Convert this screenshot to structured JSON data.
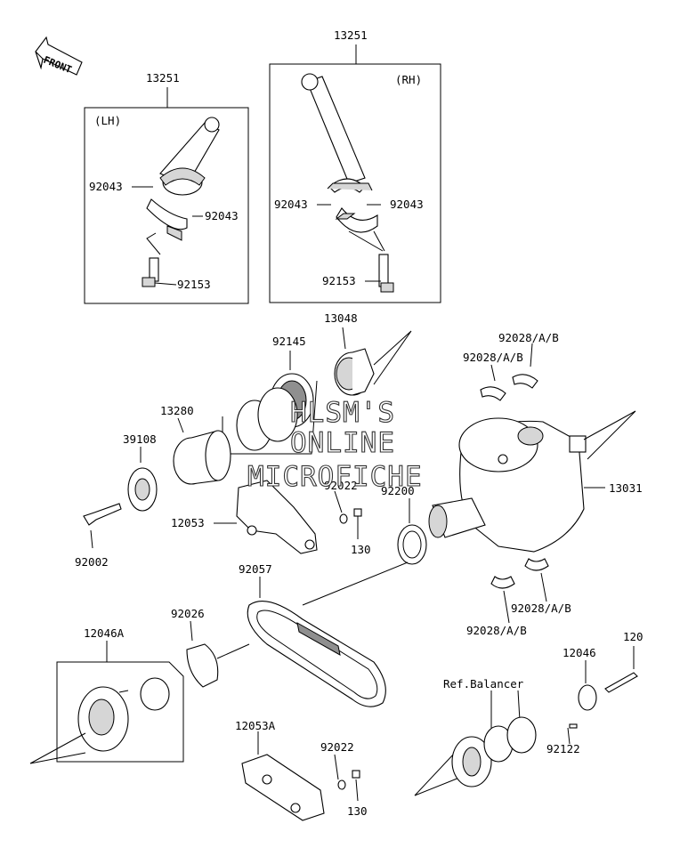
{
  "front_label": "FRONT",
  "labels": {
    "conrod_lh_group": "13251",
    "conrod_rh_group": "13251",
    "lh": "(LH)",
    "rh": "(RH)",
    "lh_bearing_upper": "92043",
    "lh_bearing_lower": "92043",
    "lh_bolt": "92153",
    "rh_bearing_left": "92043",
    "rh_bearing_right": "92043",
    "rh_bolt": "92153",
    "bearing_13048": "13048",
    "seal_92145": "92145",
    "sleeve_13280": "13280",
    "seal_39108": "39108",
    "bolt_92002": "92002",
    "bracket_12053": "12053",
    "washer_92022_top": "92022",
    "bolt_130_top": "130",
    "plate_92200": "92200",
    "crankshaft_13031": "13031",
    "main_bearing_1": "92028/A/B",
    "main_bearing_2": "92028/A/B",
    "main_bearing_3": "92028/A/B",
    "main_bearing_4": "92028/A/B",
    "chain_92057": "92057",
    "plate_92026": "92026",
    "sprocket_12046a": "12046A",
    "guide_12053a": "12053A",
    "washer_92022_bottom": "92022",
    "bolt_130_bottom": "130",
    "ref_balancer": "Ref.Balancer",
    "bolt_120": "120",
    "sprocket_12046": "12046",
    "pin_92122": "92122"
  },
  "watermark": {
    "line1": "HLSM'S",
    "line2": "ONLINE",
    "line3": "MICROFICHE"
  }
}
